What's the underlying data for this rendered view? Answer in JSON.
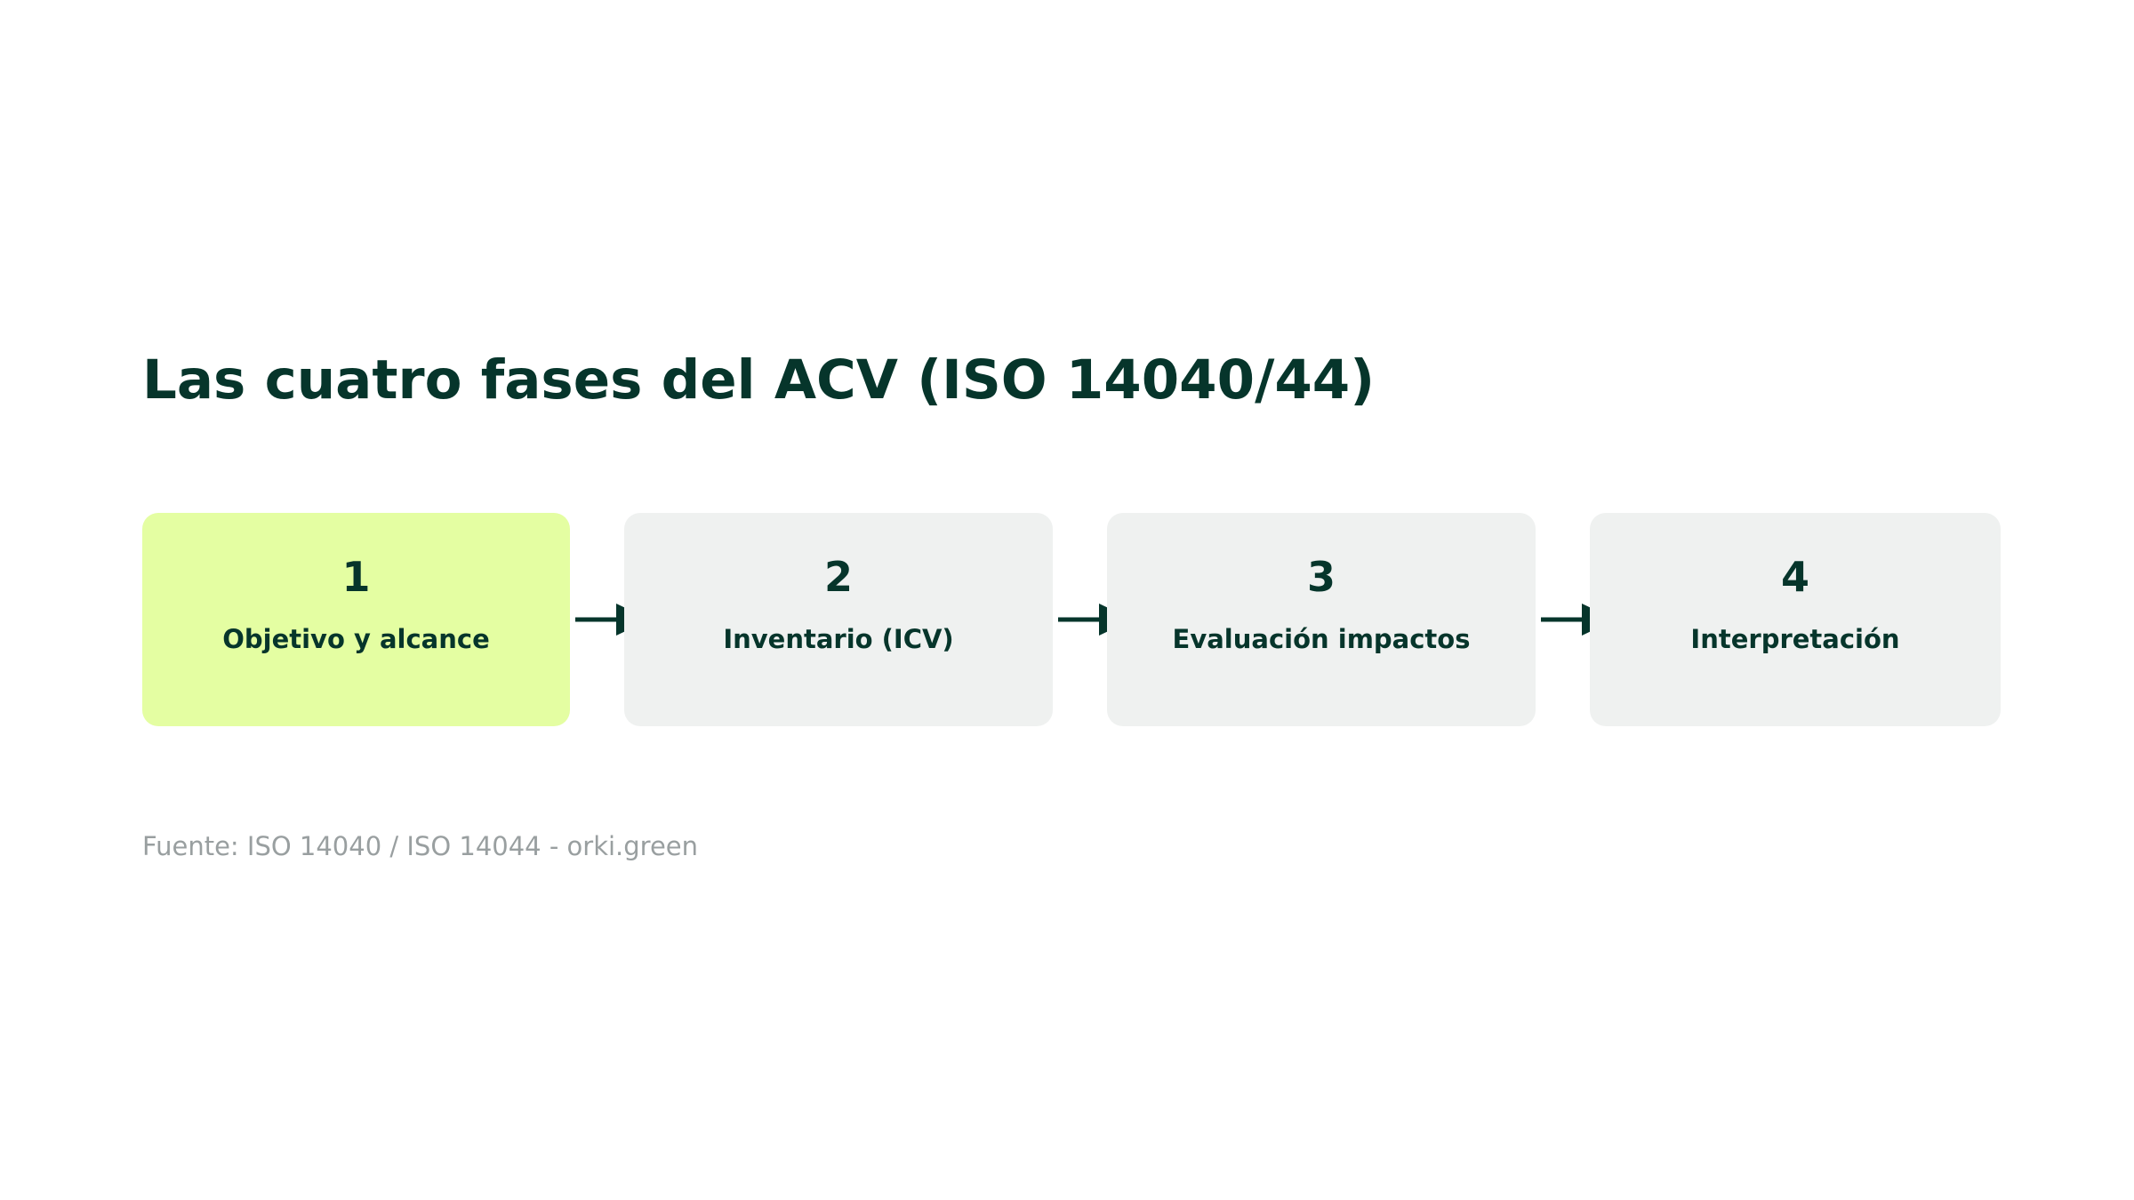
{
  "title": "Las cuatro fases del ACV (ISO 14040/44)",
  "phases": [
    {
      "number": "1",
      "label": "Objetivo y alcance",
      "highlighted": true
    },
    {
      "number": "2",
      "label": "Inventario (ICV)",
      "highlighted": false
    },
    {
      "number": "3",
      "label": "Evaluación impactos",
      "highlighted": false
    },
    {
      "number": "4",
      "label": "Interpretación",
      "highlighted": false
    }
  ],
  "source": "Fuente: ISO 14040 / ISO 14044 - orki.green",
  "colors": {
    "text": "#06352b",
    "highlight_box": "#e4fea2",
    "box": "#eff1f0",
    "source_text": "#999fa0",
    "arrow": "#06352b"
  }
}
